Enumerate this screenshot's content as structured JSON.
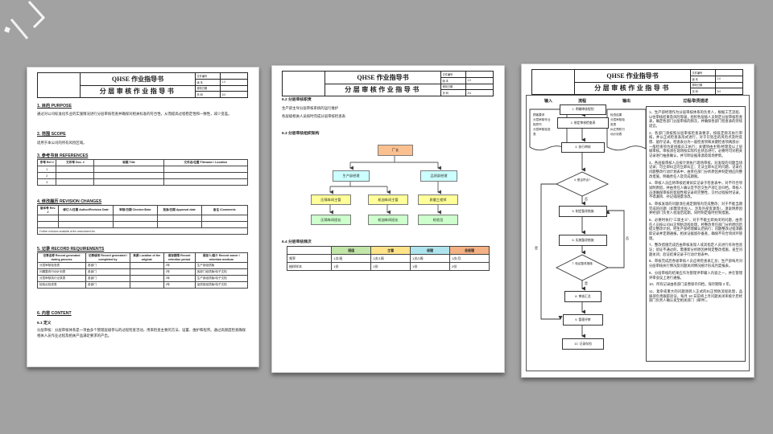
{
  "doc": {
    "title_line1": "QHSE 作业指导书",
    "title_line2": "分层审核作业指导书",
    "info": {
      "doc_no_label": "文件编号",
      "doc_no_value": "",
      "version_label": "版  本",
      "version_value": "1.0",
      "rev_date_label": "修改日期",
      "rev_date_value": "",
      "page_label": "页  码"
    }
  },
  "page1": {
    "page_no": "1/4",
    "s1_title": "1. 目的 PURPOSE",
    "s1_text": "通过对公司标准化作业的实施情况进行分层审核检查并确保对相关标准的符合性，从而提高过程稳定性和一致性，减少变差。",
    "s2_title": "2. 范围 SCOPE",
    "s2_text": "适用于本公司的所有风险区域。",
    "s3_title": "3. 参考书目 REFERENCES",
    "ref_table": {
      "headers": [
        "序号 Ref #",
        "文件号 Doc. #",
        "标题 Title",
        "文件名/位置 Filename / Location"
      ],
      "rows": [
        [
          "1",
          "",
          "",
          ""
        ],
        [
          "2",
          "",
          "",
          ""
        ],
        [
          "3",
          "",
          "",
          ""
        ]
      ]
    },
    "s4_title": "4. 修改履历 REVISION CHANGES",
    "rev_table": {
      "headers": [
        "版本号 Rev. #",
        "修订人/日期 Author/Revision Date",
        "审核/日期 Checker/Date",
        "批准/日期 Approval date",
        "备注 /Comments"
      ],
      "note": "Further revisions available at the amendment list."
    },
    "s5_title": "5. 记录 RECORD REQUIREMENTS",
    "rec_table": {
      "headers": [
        "记录名称 Record generated during process",
        "记录填写 Record generated / completed by",
        "来源 Location of the original",
        "保存期限 Record retention period",
        "保存人/媒介 Record owner / retention medium"
      ],
      "rows": [
        [
          "分层审核检查表",
          "各部门",
          "",
          "2年",
          "生产部纸质版"
        ],
        [
          "问题整改行动计划表",
          "各部门",
          "",
          "2年",
          "各部门纸质版/电子文档"
        ],
        [
          "分层审核执行记录表",
          "各部门",
          "",
          "2年",
          "生产部纸质版/电子文档"
        ],
        [
          "检验点检查表",
          "各部门",
          "",
          "2年",
          "品质部纸质版/电子文档"
        ]
      ]
    },
    "s6_title": "6. 内容 CONTENT",
    "s61_title": "6.1 定义",
    "s61_text": "分层审核：分层审核体系是一项由多个管理层级参与的过程检查活动，用来检查主要的方法、设置、维护和程序。通过高频度检查确保相关人员作业过程及相关产品满足要求的产出。"
  },
  "page2": {
    "page_no": "2/4",
    "s62_title": "6.2 分层审核职责",
    "s62_line1": "生产部主导分层审核系统的运行维护",
    "s62_line2": "各层级相关人员按时完成分层审核检查表",
    "s63_title": "6.3 分层审核组织架构",
    "org": {
      "root": "厂长",
      "l2_left": "生产部经理",
      "l2_right": "品质部经理",
      "l3_1": "压铸车间主管",
      "l3_2": "机加车间主管",
      "l3_3": "质量工程师",
      "l4_1": "压铸车间班长",
      "l4_2": "机加车间班长",
      "l4_3": "检验员",
      "colors": {
        "root": "#FAC08F",
        "l2": "#CCFFFF",
        "l3": "#FFFF99",
        "l4": "#CCFFCC"
      }
    },
    "s64_title": "6.4 分层审核频次",
    "freq_table": {
      "headers": [
        "",
        "班组",
        "主管",
        "经理",
        "总经理"
      ],
      "header_colors": [
        "#ffffff",
        "#C2E5A8",
        "#FFE38A",
        "#AEE4EE",
        "#F4B183"
      ],
      "rows": [
        [
          "频率",
          "1次/班",
          "1次/1周",
          "1次/2周",
          "1次/月"
        ],
        [
          "抽样样本",
          "1份",
          "1份",
          "1份",
          "2份"
        ]
      ]
    }
  },
  "page3": {
    "page_no": "3/4",
    "col_input": "输入",
    "col_process": "流程",
    "col_output": "输出",
    "col_desc": "过程/职责描述",
    "input_doc_lines": [
      "顾客要求",
      "分层审核作业",
      "指导书",
      "分层审核检查",
      "表"
    ],
    "output_doc_lines": [
      "检查结果",
      "分层审核检",
      "查表",
      "纠正预防行",
      "动计划表"
    ],
    "flow_labels": [
      "1. 明确审核规划",
      "2. 制定审核检查表",
      "3. 执行审核",
      "4. 是否符合?",
      "5. 制定整改措施",
      "6. 实施整改措施",
      "7. 验证整改措施",
      "8. 审核汇总",
      "9. 管理评审",
      "10. 记录存档"
    ],
    "decision_labels": {
      "d4_down": "否",
      "d4_left": "是",
      "d7_down": "是",
      "d7_right": "否"
    },
    "desc_paragraphs": [
      "1、生产部经理作为分层审核体系的负责人，根据工艺流程、以往审核结果及风险等级，组织各层级人员制定分层审核检查表，确定各部门分层审核的频次，并确保各部门检查表的持续适宜。",
      "2、各部门须按照分层审核检查表要求，按既定频次执行审核，并以正式检查表形式进行，对于识别出的风险点及时反馈、留存记录。检查表分为一般检查项和关键检查项两部分：一般检查项为班组级员工执行；关键项由主管/经理及以上层级审核。审核须在现场按实际作业状态进行，必要时可对相关记录进行抽查确认，并写明证据来源及现场更新。",
      "3、各层级审核人员按计划执行现场审核，对发现的问题当场记录；可立即纠正的立即纠正；无法立即纠正的问题，记录在问题整改行动计划表中，由责任部门分析原因并制定相应的整改措施，明确责任人及完成期限。",
      "4、审核人员应将审核结果如实记录于检查表中，对不符合项说明原因，并由责任人确认签字后交生产部汇总归档。审核人员须确保审核的客观性和记录的完整性，交付过程按时记录，不得漏项、补记或随意涂改。",
      "5、审核发现的问题须在规定期限内完成整改；对于不能当期完成的问题（如需资金投入、涉及外部资源等），须说明原因并经部门负责人批准后延期，同时制定临时控制措施。",
      "6、必要时执行“三现主义”，对于不能立即关闭的问题，由责任人员按公司纠正预防流程处理，经整改责任部门分析原因后提交整改计划，经生产部经理确认后执行；问题整改过程须跟踪记录并定期通报，相关证据留存备查，确保不符合项闭环管理。",
      "7、整改措施完成后由审核发现人或其指定人员进行有效性验证；验证不通过的，需重新分析原因并制定整改措施，直至问题关闭；验证结果记录于行动计划表中。",
      "8、审核完成后各级审核人员应将检查表汇总；生产部每月对分层审核执行情况及问题关闭情况统计形成月度报表。",
      "9、分层审核的结果应作为管理评审输入内容之一，并在管理评审会议上进行通报。",
      "10、所有记录由各部门妥善保存归档，保存期限 2 年。",
      "11、复杂或重大的问题须转入正式的纠正预防流程处理，品质部负责跟踪验证，每月 10 日前将上月问题关闭率统计后经部门负责人确认发至相关部门（邮件）。"
    ]
  }
}
